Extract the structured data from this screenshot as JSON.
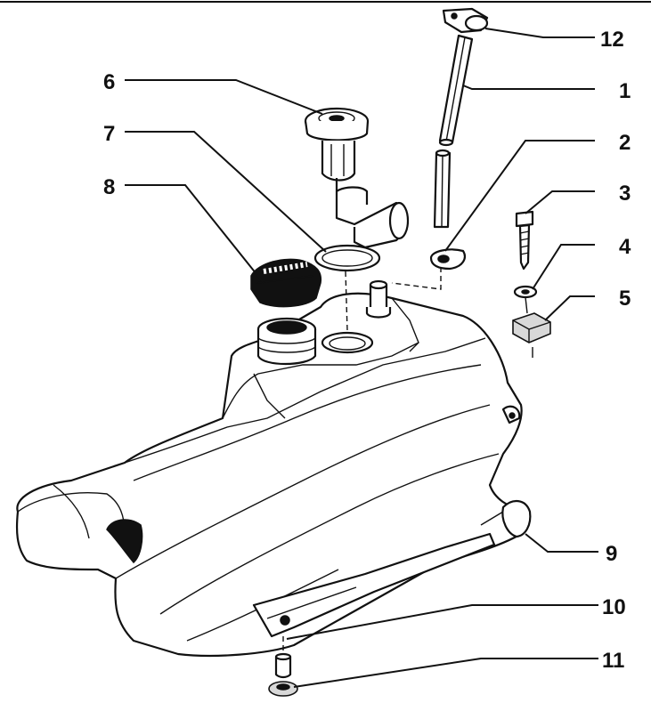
{
  "diagram": {
    "callouts": [
      {
        "id": "c12",
        "text": "12"
      },
      {
        "id": "c1",
        "text": "1"
      },
      {
        "id": "c2",
        "text": "2"
      },
      {
        "id": "c3",
        "text": "3"
      },
      {
        "id": "c4",
        "text": "4"
      },
      {
        "id": "c5",
        "text": "5"
      },
      {
        "id": "c6",
        "text": "6"
      },
      {
        "id": "c7",
        "text": "7"
      },
      {
        "id": "c8",
        "text": "8"
      },
      {
        "id": "c9",
        "text": "9"
      },
      {
        "id": "c10",
        "text": "10"
      },
      {
        "id": "c11",
        "text": "11"
      }
    ]
  }
}
